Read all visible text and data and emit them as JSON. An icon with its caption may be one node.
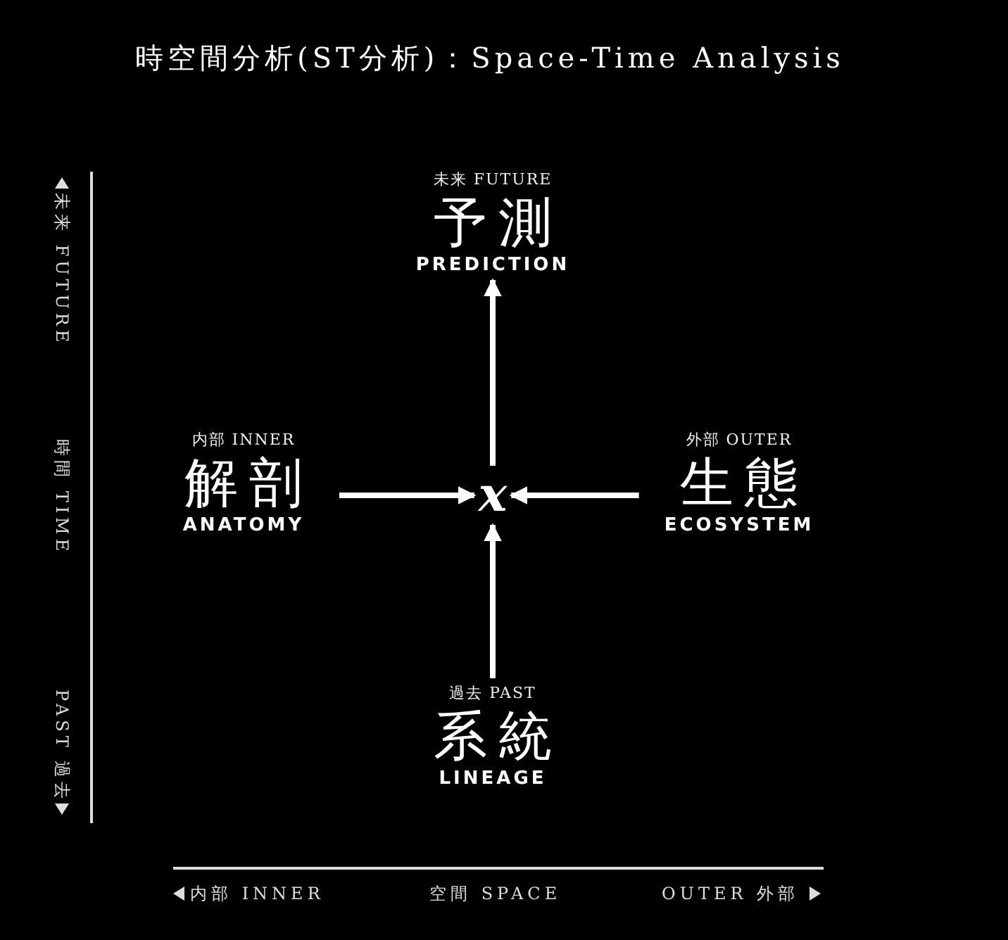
{
  "diagram": {
    "title": "時空間分析(ST分析)：Space-Time Analysis",
    "nodes": [
      {
        "text": [
          "未来 FUTURE",
          "予測",
          "PREDICTION"
        ]
      },
      {
        "text": [
          "内部 INNER",
          "解剖",
          "ANATOMY"
        ]
      },
      {
        "text": [
          "x"
        ]
      },
      {
        "text": [
          "外部 OUTER",
          "生態",
          "ECOSYSTEM"
        ]
      },
      {
        "text": [
          "過去 PAST",
          "系統",
          "LINEAGE"
        ]
      }
    ],
    "edges": [
      {
        "from": 2,
        "to": 0,
        "arrow": "to"
      },
      {
        "from": 1,
        "to": 2,
        "arrow": "to"
      },
      {
        "from": 3,
        "to": 2,
        "arrow": "to"
      },
      {
        "from": 4,
        "to": 2,
        "arrow": "to"
      }
    ],
    "labels": [
      "未来 FUTURE",
      "時間 TIME",
      "PAST 過去",
      "内部 INNER",
      "空間 SPACE",
      "OUTER 外部"
    ]
  }
}
